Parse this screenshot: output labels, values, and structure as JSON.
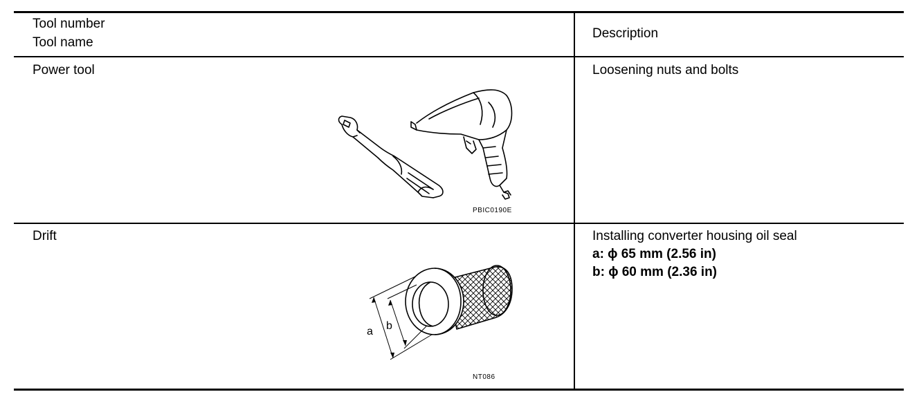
{
  "header": {
    "tool_number": "Tool number",
    "tool_name": "Tool name",
    "description": "Description"
  },
  "rows": [
    {
      "name": "Power tool",
      "description": [
        "Loosening nuts and bolts"
      ],
      "figure_code": "PBIC0190E"
    },
    {
      "name": "Drift",
      "description": [
        "Installing converter housing oil seal"
      ],
      "dimensions": [
        "a: ϕ 65 mm (2.56 in)",
        "b: ϕ 60 mm (2.36 in)"
      ],
      "figure_code": "NT086",
      "figure_labels": {
        "a": "a",
        "b": "b"
      }
    }
  ]
}
